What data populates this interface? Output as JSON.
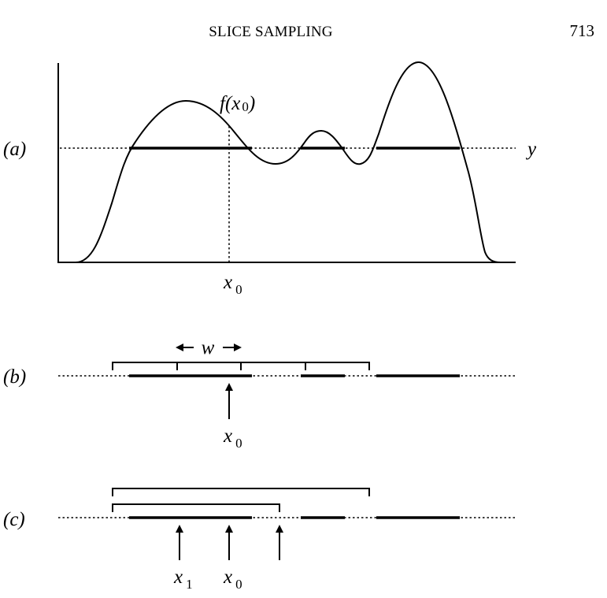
{
  "header": {
    "title": "SLICE SAMPLING",
    "page_number": "713"
  },
  "panel_a": {
    "label": "(a)",
    "f_label_prefix": "f(x",
    "f_label_sub": "0",
    "f_label_suffix": ")",
    "y_label": "y",
    "x_label": "x",
    "x_sub": "0"
  },
  "panel_b": {
    "label": "(b)",
    "w_label": "w",
    "x_label": "x",
    "x_sub": "0"
  },
  "panel_c": {
    "label": "(c)",
    "x1_label": "x",
    "x1_sub": "1",
    "x0_label": "x",
    "x0_sub": "0"
  }
}
